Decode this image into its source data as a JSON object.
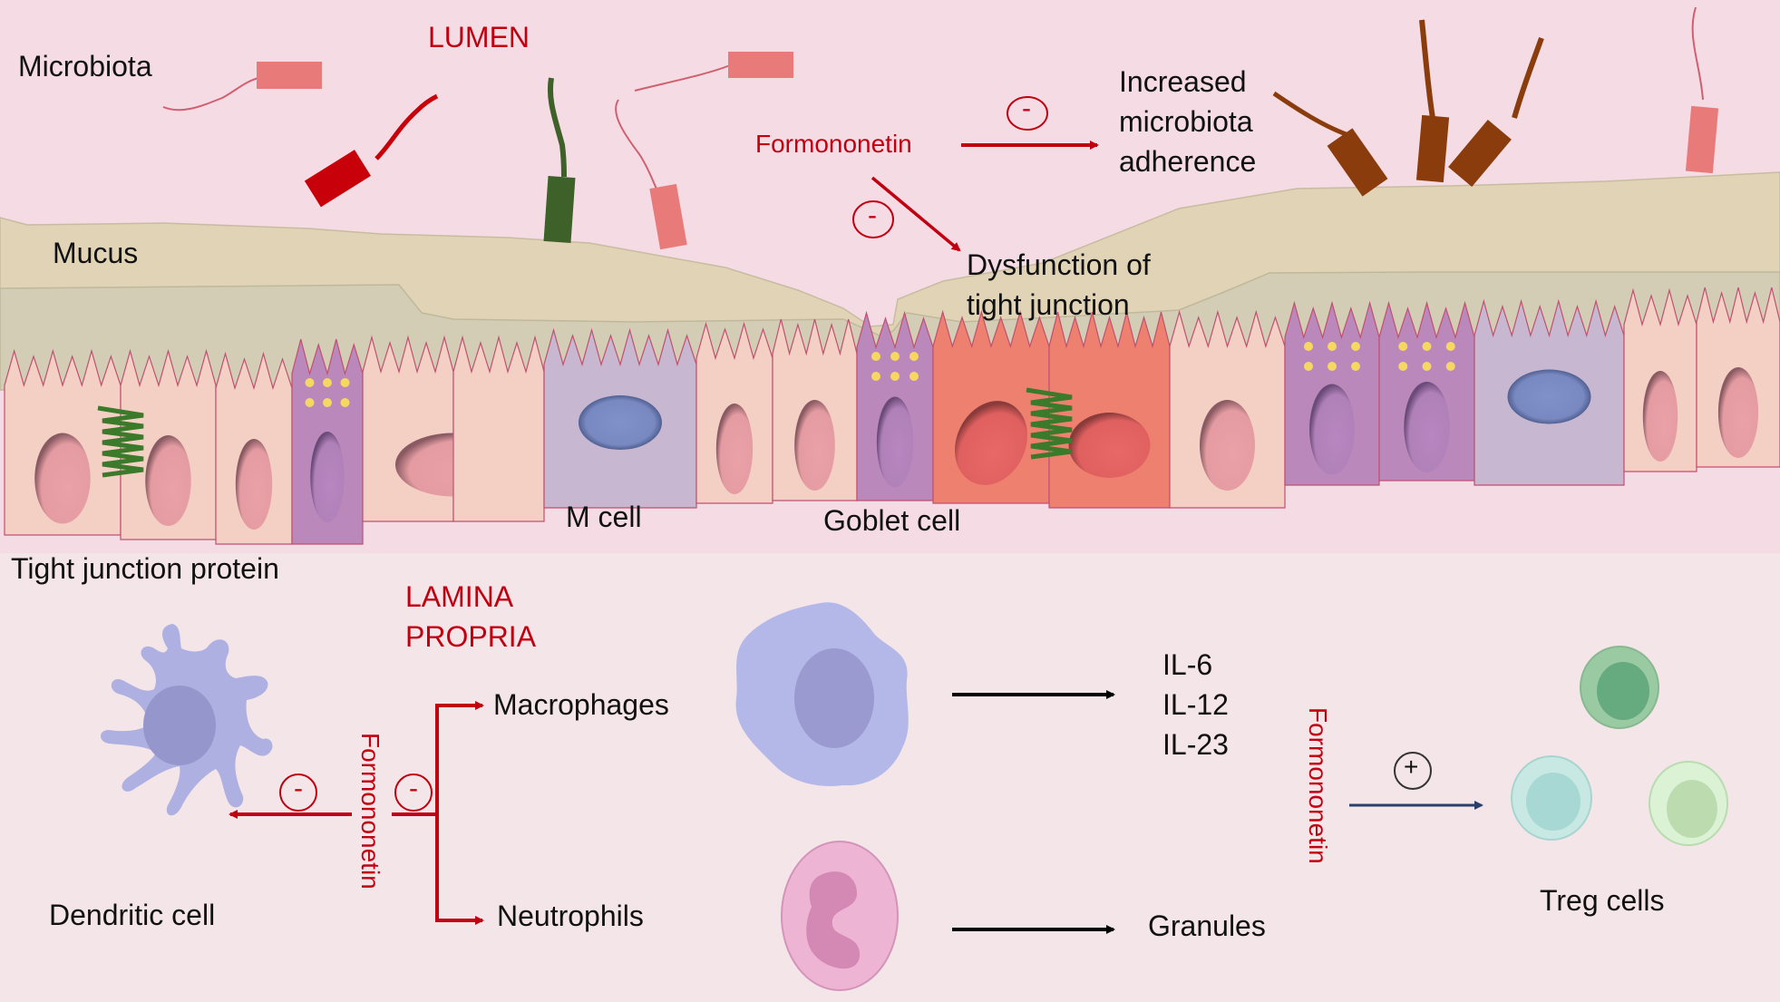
{
  "diagram": {
    "lumen": {
      "region_label": "LUMEN",
      "microbiota_label": "Microbiota",
      "mucus_label": "Mucus",
      "formononetin_label": "Formononetin",
      "inhibit_symbol": "-",
      "effect_1": "Increased\nmicrobiota\nadherence",
      "effect_2": "Dysfunction of\ntight junction",
      "m_cell_label": "M cell",
      "goblet_cell_label": "Goblet cell",
      "tight_junction_label": "Tight junction protein"
    },
    "lamina_propria": {
      "region_label": "LAMINA\nPROPRIA",
      "formononetin_label": "Formononetin",
      "inhibit_symbol": "-",
      "dendritic_cell_label": "Dendritic cell",
      "macrophages_label": "Macrophages",
      "neutrophils_label": "Neutrophils",
      "cytokines": [
        "IL-6",
        "IL-12",
        "IL-23"
      ],
      "granules_label": "Granules",
      "formononetin_label_2": "Formononetin",
      "promote_symbol": "+",
      "treg_label": "Treg cells"
    },
    "colors": {
      "lumen_bg": "#f4dbe4",
      "lamina_bg": "#f4e5e8",
      "mucus": "#e1d3b6",
      "inner_mucus": "#d3cdb5",
      "accent_red": "#c00010",
      "enterocyte": "#f4cfc4",
      "goblet": "#bb88bb",
      "m_cell": "#c7b7d0",
      "damaged_cell": "#ee8070",
      "treg_arrow": "#2a3f6a"
    }
  }
}
